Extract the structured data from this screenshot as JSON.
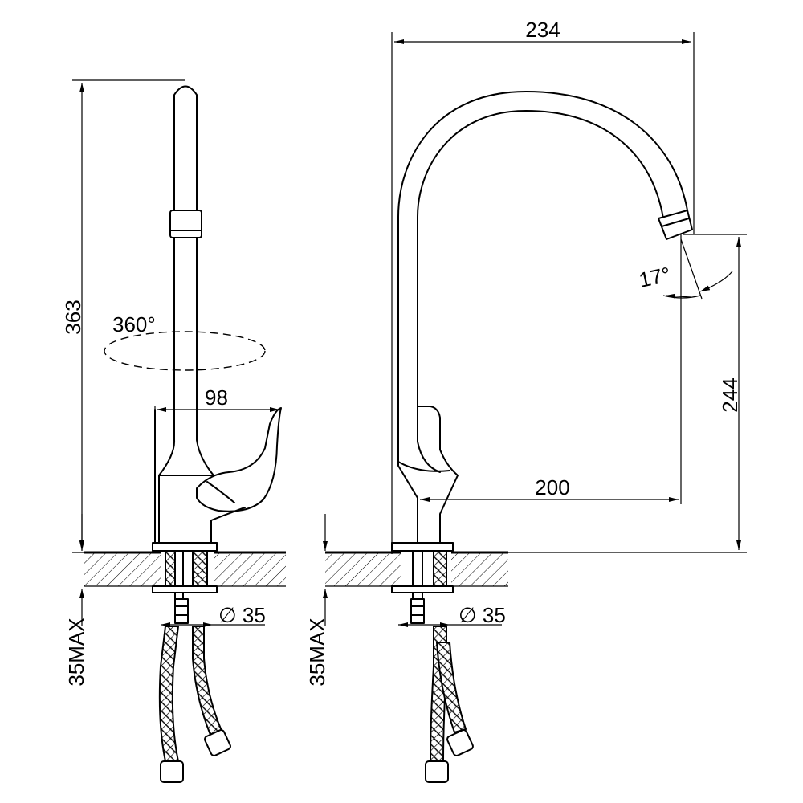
{
  "side_view": {
    "height_label": "363",
    "rotation_label": "360°",
    "handle_label": "98",
    "hole_label": "∅ 35",
    "counter_label": "35MAX"
  },
  "front_view": {
    "reach_label": "234",
    "spout_height_label": "244",
    "aerator_angle_label": "17°",
    "offset_label": "200",
    "hole_label": "∅ 35",
    "counter_label": "35MAX"
  }
}
